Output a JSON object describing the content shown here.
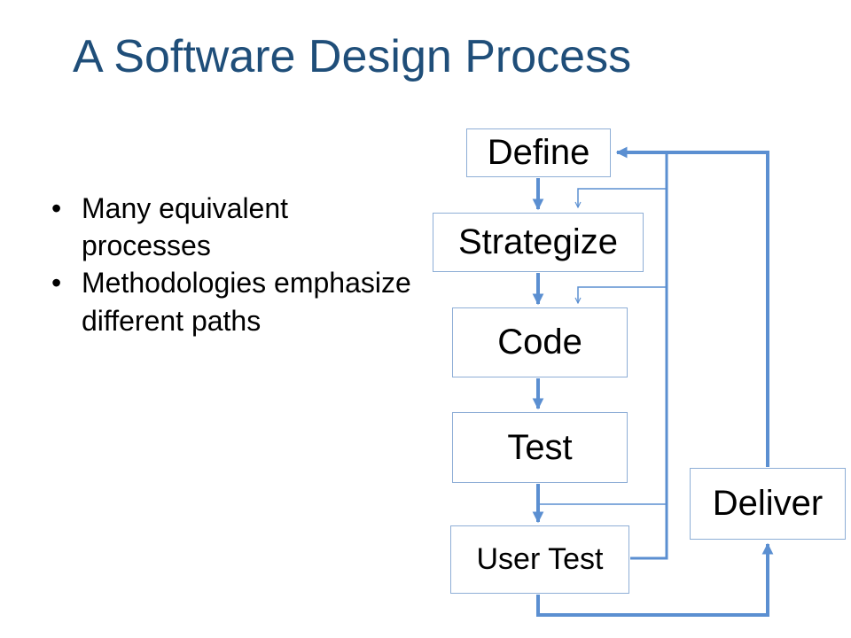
{
  "title": "A Software Design Process",
  "bullets": [
    "Many equivalent processes",
    "Methodologies emphasize different paths"
  ],
  "nodes": {
    "define": "Define",
    "strategize": "Strategize",
    "code": "Code",
    "test": "Test",
    "user_test": "User Test",
    "deliver": "Deliver"
  },
  "colors": {
    "title": "#1f4e79",
    "arrow": "#5b8fd1",
    "box_border": "#8eaed6"
  }
}
